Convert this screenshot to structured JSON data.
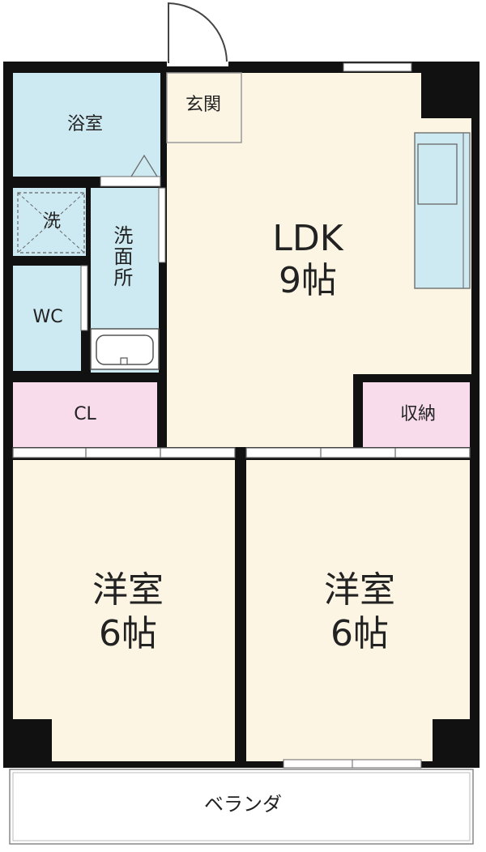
{
  "floor_plan": {
    "rooms": {
      "bathroom": "浴室",
      "entrance": "玄関",
      "washer": "洗",
      "washroom": "洗面所",
      "wc": "WC",
      "ldk_name": "LDK",
      "ldk_size": "9帖",
      "closet": "CL",
      "storage": "収納",
      "western_room_left_name": "洋室",
      "western_room_left_size": "6帖",
      "western_room_right_name": "洋室",
      "western_room_right_size": "6帖",
      "veranda": "ベランダ"
    },
    "colors": {
      "wall": "#111111",
      "wet_area": "#cdeaf3",
      "living_floor": "#fdf5e4",
      "storage": "#f9dcec",
      "kitchen_counter": "#cdeaf3"
    }
  }
}
